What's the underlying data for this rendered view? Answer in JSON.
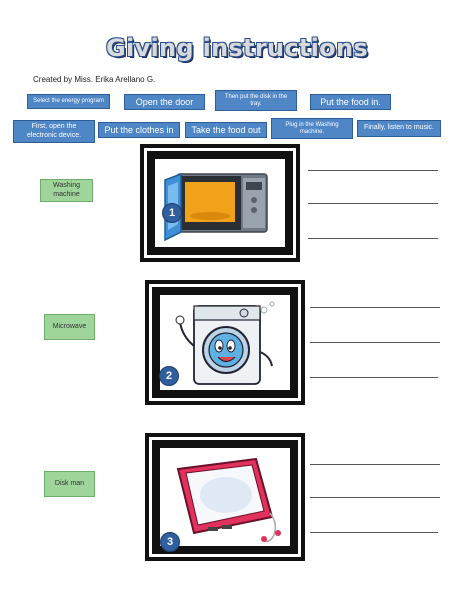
{
  "title": "Giving instructions",
  "credit": "Created by Miss. Erika Arellano G.",
  "chips": [
    "Select the energy program",
    "Open the door",
    "Then put the disk in the tray.",
    "Put the food in.",
    "First, open the electronic device.",
    "Put the clothes in",
    "Take the food out",
    "Plug in the Washing machine.",
    "Finally, listen to music."
  ],
  "labels": [
    "Washing machine",
    "Microwave",
    "Disk man"
  ],
  "numbers": [
    "1",
    "2",
    "3"
  ],
  "icons": [
    "microwave-icon",
    "washing-machine-icon",
    "disk-man-icon"
  ],
  "colors": {
    "chip": "#4f86c6",
    "label": "#9fd49a",
    "badge": "#2f5f9e"
  }
}
